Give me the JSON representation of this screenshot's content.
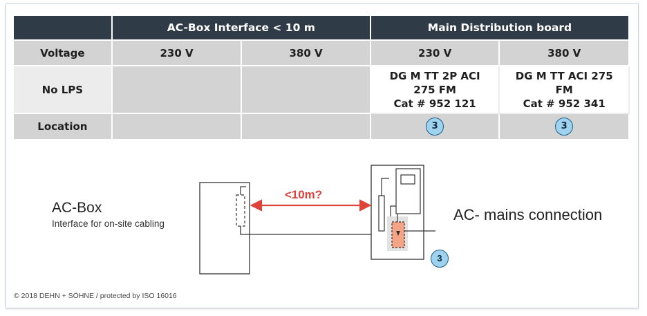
{
  "table": {
    "header": {
      "group1": "AC-Box Interface < 10 m",
      "group2": "Main Distribution board"
    },
    "rows": {
      "voltage": {
        "label": "Voltage",
        "c1": "230 V",
        "c2": "380 V",
        "c3": "230 V",
        "c4": "380 V"
      },
      "no_lps": {
        "label": "No LPS",
        "c3_line1": "DG M TT 2P ACI",
        "c3_line2": "275 FM",
        "c3_line3": "Cat # 952 121",
        "c4_line1": "DG M TT ACI 275",
        "c4_line2": "FM",
        "c4_line3": "Cat # 952 341"
      },
      "location": {
        "label": "Location",
        "c3_badge": "3",
        "c4_badge": "3"
      }
    }
  },
  "diagram": {
    "ac_box_title": "AC-Box",
    "ac_box_subtitle": "Interface for on-site cabling",
    "distance_label": "<10m?",
    "mains_label": "AC- mains connection",
    "badge": "3",
    "colors": {
      "arrow": "#e0433a",
      "spd_fill": "#f4a384",
      "badge_fill": "#9fd2ee",
      "header_bg": "#2f3c48"
    }
  },
  "footer": {
    "copyright": "© 2018 DEHN + SÖHNE / protected by ISO 16016"
  }
}
